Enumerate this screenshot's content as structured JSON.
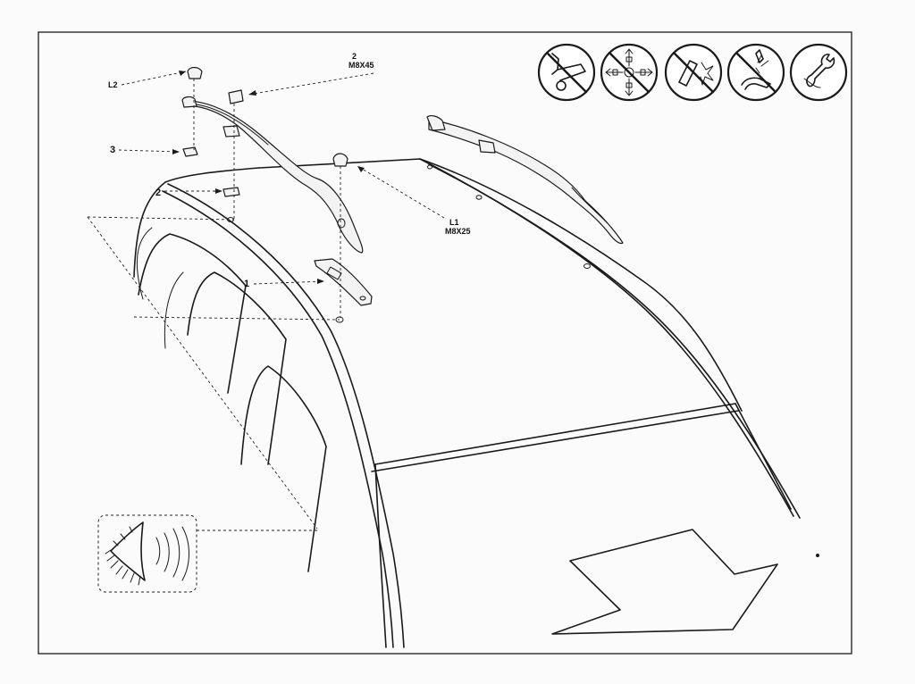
{
  "labels": {
    "l2": "L2",
    "top_count": "2",
    "top_bolt": "M8X45",
    "part3": "3",
    "part2": "2",
    "l1": "L1",
    "l1_bolt": "M8X25",
    "part1": "1"
  },
  "warning_icons": [
    "no-power-tool-icon",
    "no-overtighten-icon",
    "no-sharp-object-icon",
    "no-high-pressure-wash-icon",
    "no-wrench-icon"
  ],
  "callout_icon": "noise-ear-icon",
  "colors": {
    "line": "#1a1a1a",
    "paper": "#fbfbfb"
  }
}
